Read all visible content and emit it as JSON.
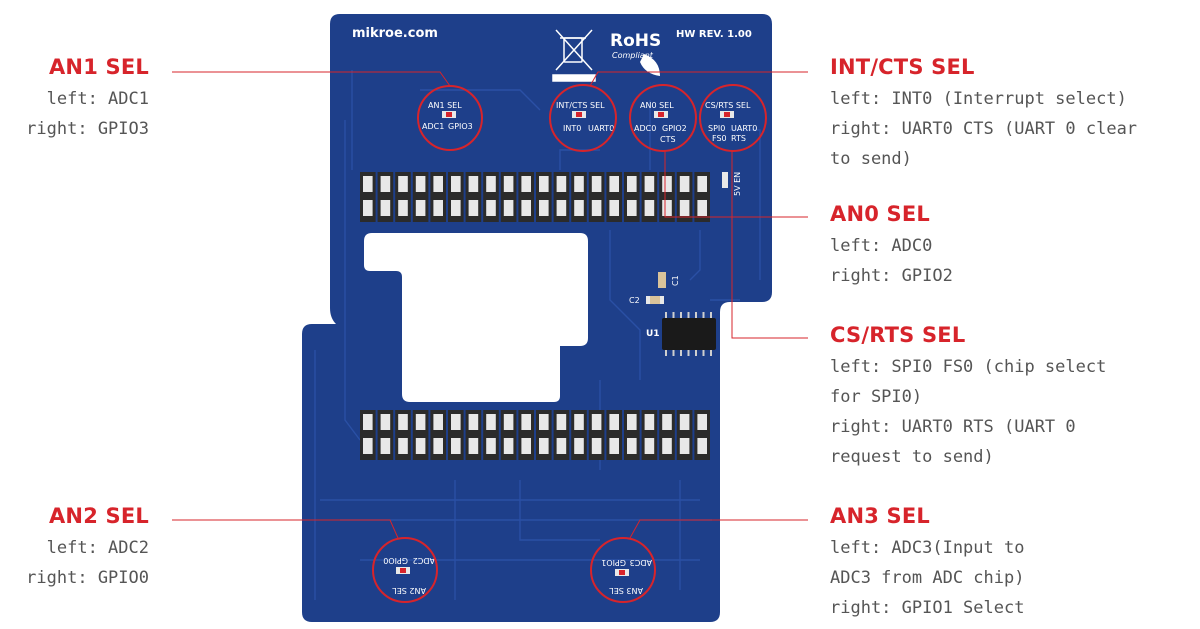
{
  "board": {
    "brand": "mikroe.com",
    "rohs": "RoHS",
    "rohs_sub": "Compliant",
    "hw_rev": "HW REV. 1.00",
    "silk": {
      "an1": {
        "title": "AN1 SEL",
        "left": "ADC1",
        "right": "GPIO3"
      },
      "intcts": {
        "title": "INT/CTS SEL",
        "left": "INT0",
        "right": "UART0"
      },
      "an0": {
        "title": "AN0 SEL",
        "left": "ADC0",
        "right": "GPIO2",
        "extra": "CTS"
      },
      "csrts": {
        "title": "CS/RTS SEL",
        "left": "SPI0",
        "right": "UART0",
        "extra_left": "FS0",
        "extra_right": "RTS"
      },
      "fiveven": "5V EN",
      "c1": "C1",
      "c2": "C2",
      "u1": "U1",
      "an2": {
        "title": "AN2 SEL",
        "left": "ADC2",
        "right": "GPIO0"
      },
      "an3": {
        "title": "AN3 SEL",
        "left": "ADC3",
        "right": "GPIO1"
      }
    },
    "colors": {
      "pcb": "#1e3f8a",
      "pcb_dark": "#173270",
      "pin": "#2b2b2b",
      "pad": "#e8e8e8",
      "callout": "#d7242b"
    }
  },
  "annotations": {
    "an1": {
      "title": "AN1 SEL",
      "lines": [
        "left: ADC1",
        "right: GPIO3"
      ]
    },
    "an2": {
      "title": "AN2 SEL",
      "lines": [
        "left: ADC2",
        "right: GPIO0"
      ]
    },
    "intcts": {
      "title": "INT/CTS SEL",
      "lines": [
        "left: INT0 (Interrupt select)",
        "right: UART0 CTS (UART 0 clear",
        "to send)"
      ]
    },
    "an0": {
      "title": "AN0 SEL",
      "lines": [
        "left: ADC0",
        "right: GPIO2"
      ]
    },
    "csrts": {
      "title": "CS/RTS SEL",
      "lines": [
        "left: SPI0 FS0 (chip select",
        "for SPI0)",
        "right: UART0 RTS (UART 0",
        "request to send)"
      ]
    },
    "an3": {
      "title": "AN3 SEL",
      "lines": [
        "left: ADC3(Input to",
        "ADC3 from ADC chip)",
        "right: GPIO1 Select"
      ]
    }
  }
}
